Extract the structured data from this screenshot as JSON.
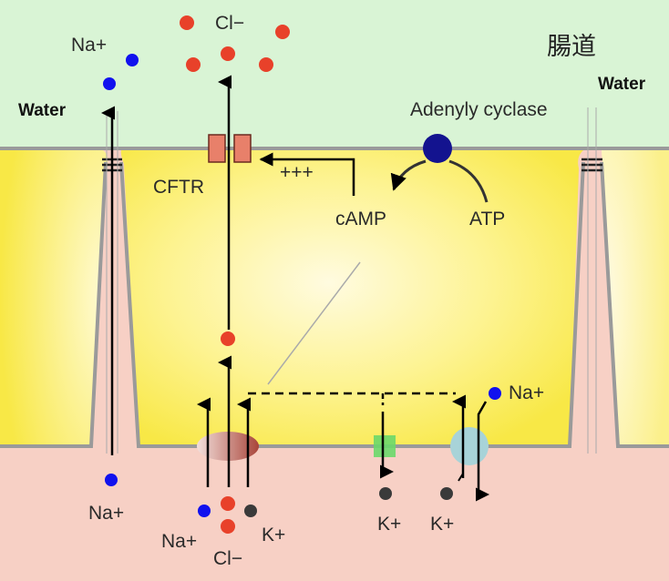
{
  "labels": {
    "lumen": "腸道",
    "water_left": "Water",
    "water_right": "Water",
    "na_top": "Na+",
    "cl_top": "Cl−",
    "adenylyl_cyclase": "Adenyly cyclase",
    "cftr": "CFTR",
    "plus": "+++",
    "camp": "cAMP",
    "atp": "ATP",
    "na_right": "Na+",
    "na_bottom_left": "Na+",
    "na_cotransport": "Na+",
    "cl_cotransport": "Cl−",
    "k_cotransport": "K+",
    "k_channel": "K+",
    "k_pump": "K+"
  },
  "colors": {
    "lumen": "#d9f4d5",
    "cell": "#fbef5a",
    "interstitial": "#f7d0c5",
    "sodium": "#1111ee",
    "chloride": "#e8412a",
    "potassium": "#3a3a3a",
    "cftr": "#e8806a",
    "adenylyl_cyclase": "#13138f"
  }
}
